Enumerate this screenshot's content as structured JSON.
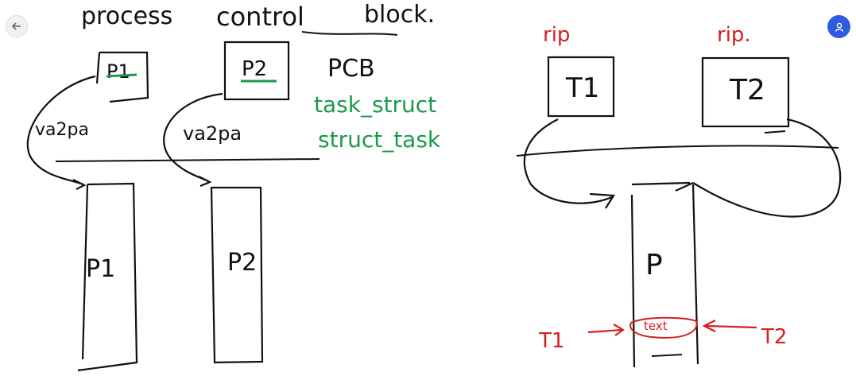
{
  "colors": {
    "ink": "#111111",
    "green": "#1a9a4a",
    "red": "#d42020",
    "accent": "#2f5be0"
  },
  "toolbar": {
    "back_icon": "arrow-left-icon",
    "profile_icon": "user-icon"
  },
  "title": {
    "part1": "process",
    "part2": "control",
    "part3": "block."
  },
  "left": {
    "box1_label": "P1",
    "box2_label": "P2",
    "pcb": "PCB",
    "arrow1_label": "va2pa",
    "arrow2_label": "va2pa",
    "green_line1": "task_struct",
    "green_line2": "struct_task",
    "process1": "P1",
    "process2": "P2"
  },
  "right": {
    "rip1": "rip",
    "rip2": "rip.",
    "thread1": "T1",
    "thread2": "T2",
    "process": "P",
    "text_region": "text",
    "pointer1": "T1",
    "pointer2": "T2"
  }
}
